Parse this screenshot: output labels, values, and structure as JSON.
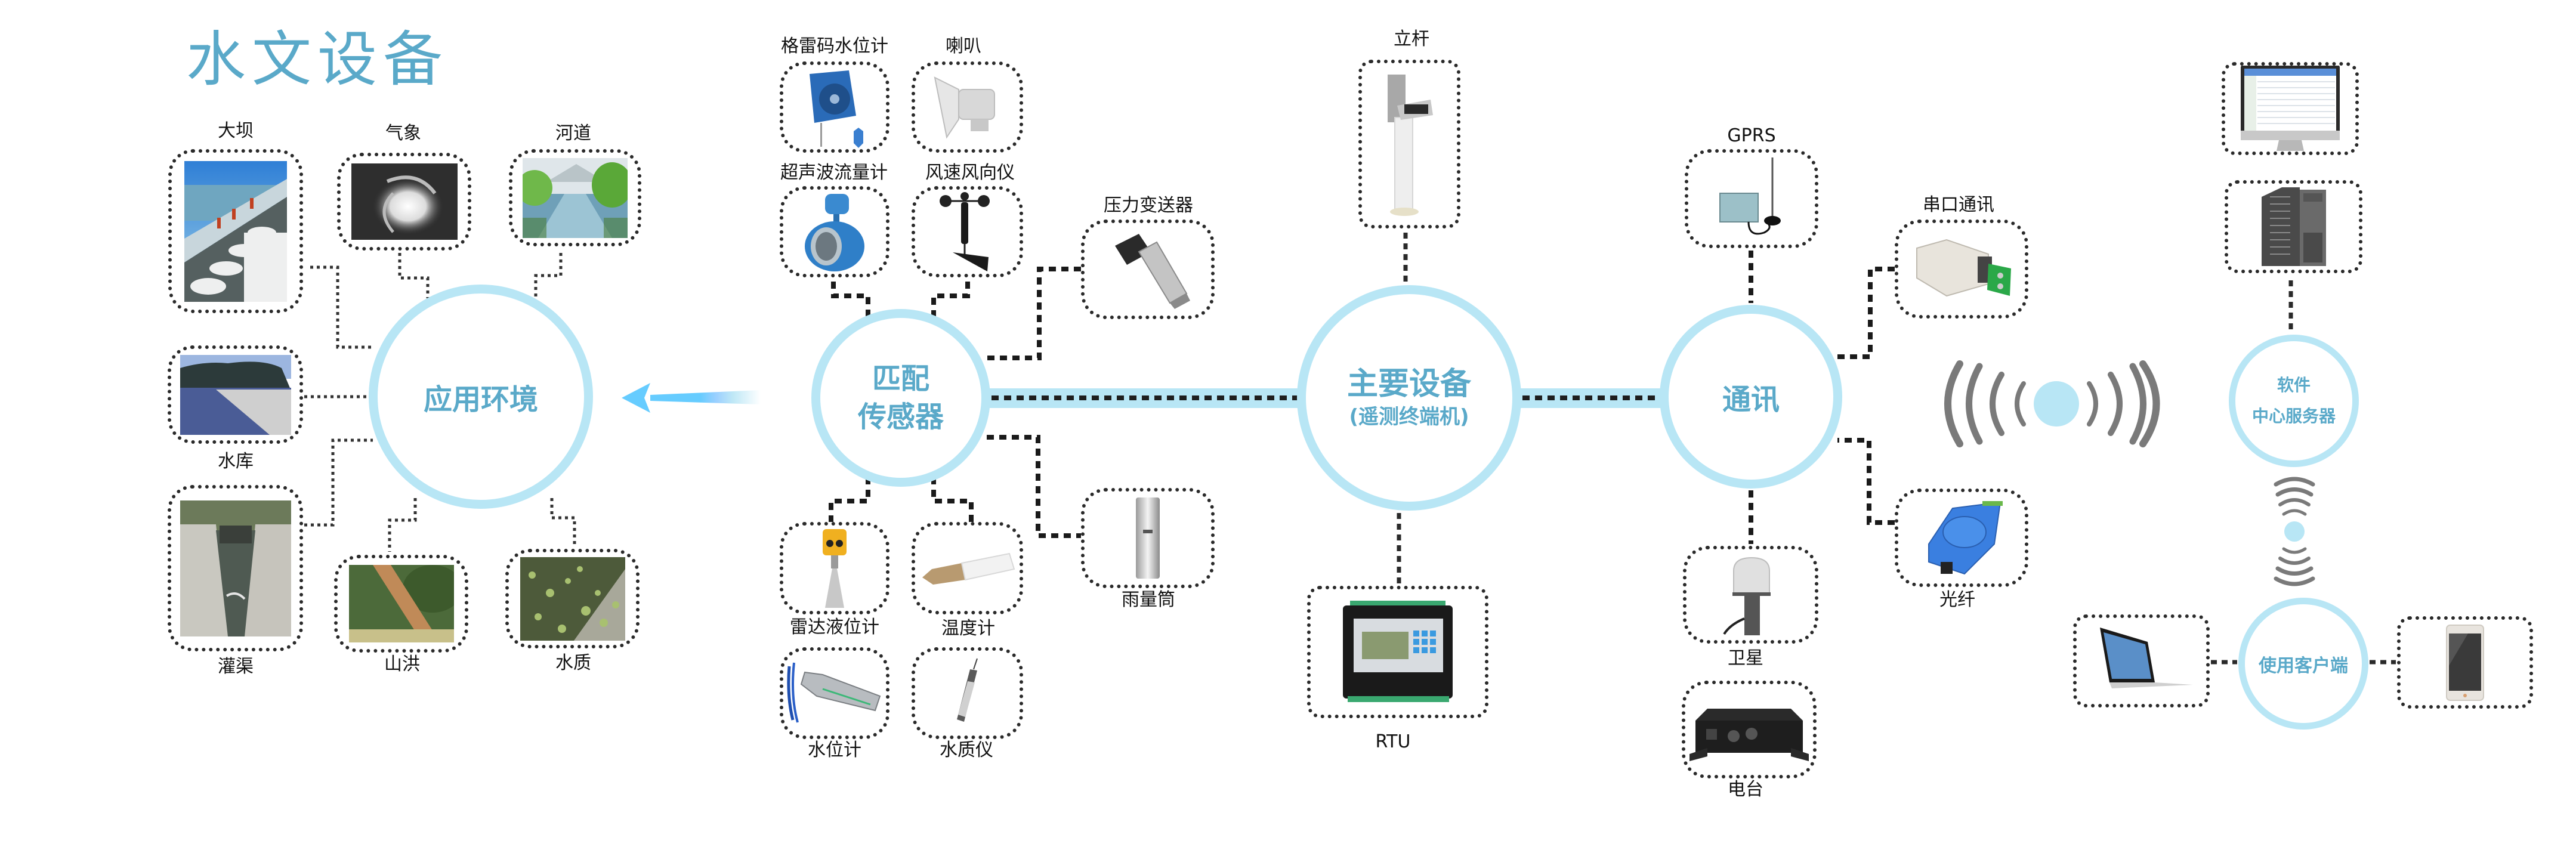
{
  "title": "水文设备",
  "colors": {
    "accent": "#5aa9c9",
    "ring": "#b8e6f5",
    "arrow": "#66ccff",
    "connector": "#2a2a2a",
    "text": "#111111"
  },
  "hubs": {
    "application": {
      "label": "应用环境"
    },
    "sensors": {
      "line1": "匹配",
      "line2": "传感器"
    },
    "main": {
      "line1": "主要设备",
      "line2": "(遥测终端机)"
    },
    "comm": {
      "label": "通讯"
    },
    "software": {
      "line1": "软件",
      "line2": "中心服务器"
    },
    "client": {
      "label": "使用客户端"
    }
  },
  "application_env": [
    {
      "label": "大坝",
      "icon": "dam-photo"
    },
    {
      "label": "气象",
      "icon": "typhoon-photo"
    },
    {
      "label": "河道",
      "icon": "river-photo"
    },
    {
      "label": "水库",
      "icon": "reservoir-photo"
    },
    {
      "label": "灌渠",
      "icon": "canal-photo"
    },
    {
      "label": "山洪",
      "icon": "flash-flood-photo"
    },
    {
      "label": "水质",
      "icon": "water-quality-photo"
    }
  ],
  "sensors": [
    {
      "label": "格雷码水位计",
      "icon": "gray-code-water-level-gauge"
    },
    {
      "label": "喇叭",
      "icon": "horn-speaker"
    },
    {
      "label": "超声波流量计",
      "icon": "ultrasonic-flowmeter"
    },
    {
      "label": "风速风向仪",
      "icon": "anemometer"
    },
    {
      "label": "压力变送器",
      "icon": "pressure-transmitter"
    },
    {
      "label": "雷达液位计",
      "icon": "radar-level-meter"
    },
    {
      "label": "温度计",
      "icon": "thermometer-probe"
    },
    {
      "label": "雨量筒",
      "icon": "rain-gauge"
    },
    {
      "label": "水位计",
      "icon": "water-level-probe"
    },
    {
      "label": "水质仪",
      "icon": "water-quality-probe"
    }
  ],
  "main_devices": [
    {
      "label": "立杆",
      "icon": "pole-mount"
    },
    {
      "label": "RTU",
      "icon": "rtu-terminal"
    }
  ],
  "comm_devices": [
    {
      "label": "GPRS",
      "icon": "gprs-modem"
    },
    {
      "label": "串口通讯",
      "icon": "serial-adapter"
    },
    {
      "label": "光纤",
      "icon": "fiber-converter"
    },
    {
      "label": "卫星",
      "icon": "satellite-antenna"
    },
    {
      "label": "电台",
      "icon": "radio-station"
    }
  ],
  "center_devices": [
    {
      "icon": "monitor-software"
    },
    {
      "icon": "tower-server"
    }
  ],
  "client_devices": [
    {
      "icon": "laptop"
    },
    {
      "icon": "smartphone"
    }
  ]
}
